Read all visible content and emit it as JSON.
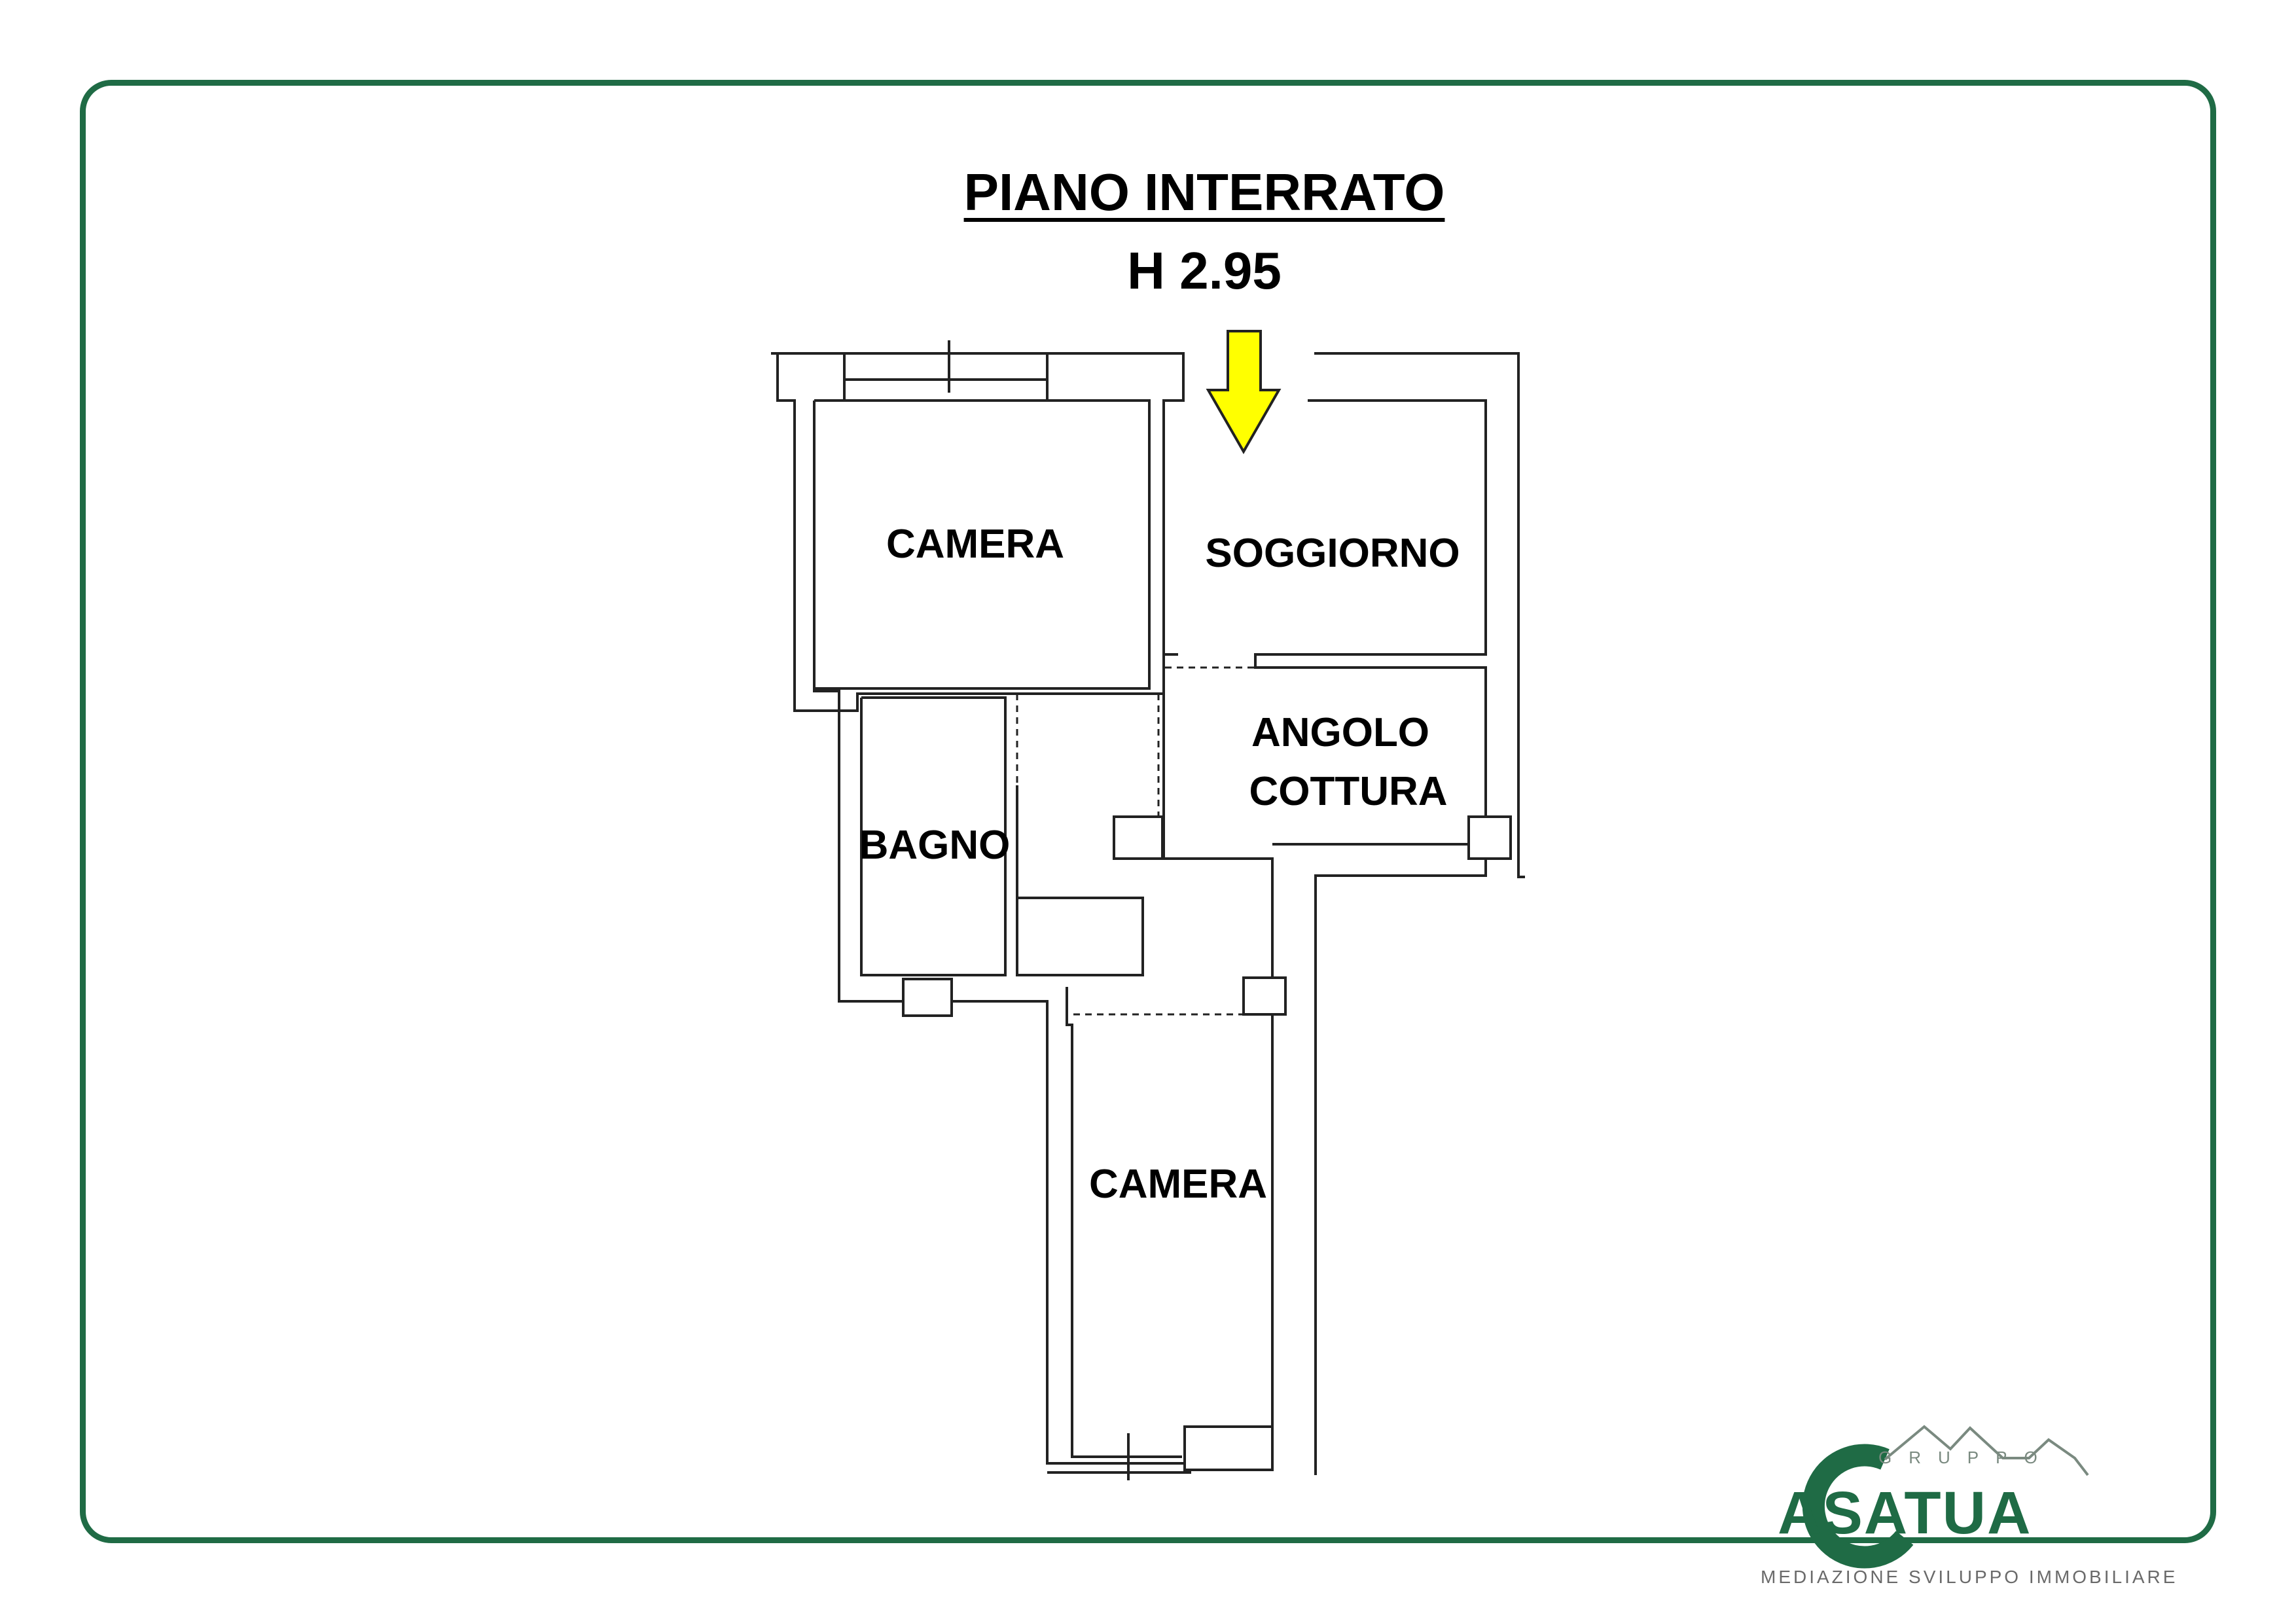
{
  "plan": {
    "title": "PIANO INTERRATO",
    "height_label": "H 2.95",
    "rooms": [
      {
        "id": "camera-top",
        "label": "CAMERA"
      },
      {
        "id": "soggiorno",
        "label": "SOGGIORNO"
      },
      {
        "id": "angolo-line1",
        "label": "ANGOLO"
      },
      {
        "id": "angolo-line2",
        "label": "COTTURA"
      },
      {
        "id": "bagno",
        "label": "BAGNO"
      },
      {
        "id": "camera-bottom",
        "label": "CAMERA"
      }
    ]
  },
  "logo": {
    "gruppo": "GRUPPO",
    "word": "ASATUA",
    "tagline": "MEDIAZIONE SVILUPPO IMMOBILIARE"
  },
  "colors": {
    "frame": "#1f6b45",
    "arrow_fill": "#ffff00",
    "walls": "#222222"
  }
}
